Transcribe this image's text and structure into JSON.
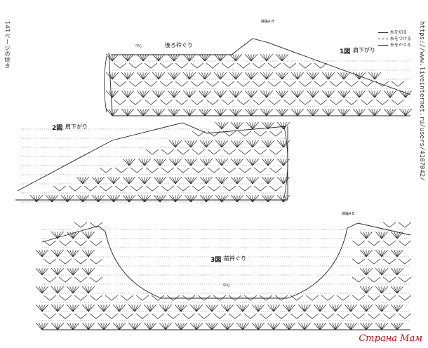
{
  "page_note": "141ページの続き",
  "side_url": "https://www.liveinternet.ru/users/4107042/",
  "legend": {
    "items": [
      "糸を切る",
      "糸をつける",
      "糸をかえる"
    ]
  },
  "diagram1": {
    "title": "1図",
    "subtitle": "肩下がり",
    "label_neck": "後ろ衿ぐり",
    "center": "中心",
    "joins": "縁編A B"
  },
  "diagram2": {
    "title": "2図",
    "subtitle": "肩下がり"
  },
  "diagram3": {
    "title": "3図",
    "subtitle": "前衿ぐり",
    "center": "中心",
    "joins": "縁編A B"
  },
  "watermark": "Страна Мам",
  "colors": {
    "ink": "#222222",
    "watermark": "#b01414"
  }
}
